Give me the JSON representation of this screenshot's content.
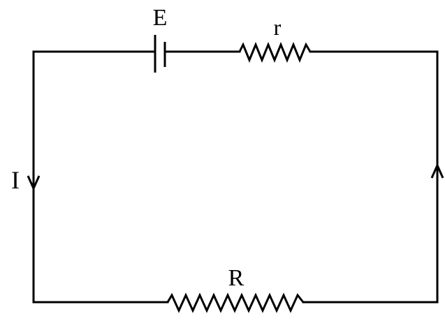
{
  "diagram": {
    "labels": {
      "emf": "E",
      "internal_resistance": "r",
      "external_resistance": "R",
      "current": "I"
    },
    "colors": {
      "line": "#000000",
      "background": "#ffffff"
    }
  }
}
